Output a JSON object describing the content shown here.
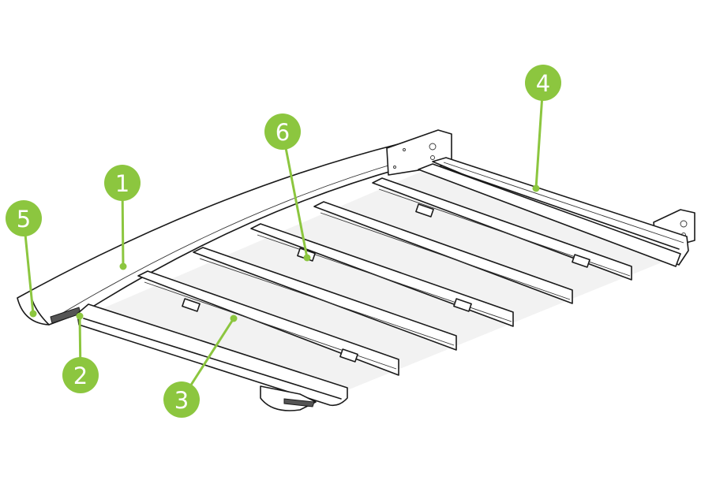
{
  "colors": {
    "callout": "#8cc63f",
    "line": "#1a1a1a",
    "background": "#ffffff"
  },
  "callouts": [
    {
      "id": "1",
      "label": "1"
    },
    {
      "id": "2",
      "label": "2"
    },
    {
      "id": "3",
      "label": "3"
    },
    {
      "id": "4",
      "label": "4"
    },
    {
      "id": "5",
      "label": "5"
    },
    {
      "id": "6",
      "label": "6"
    }
  ]
}
